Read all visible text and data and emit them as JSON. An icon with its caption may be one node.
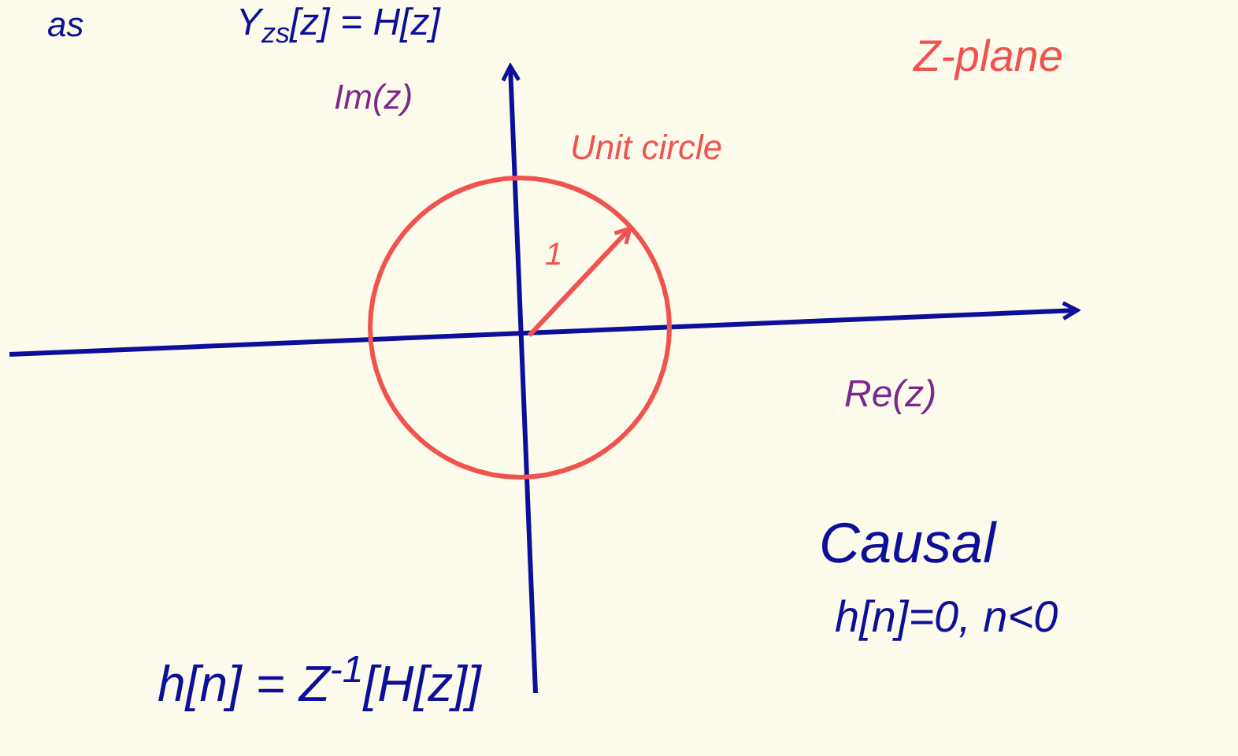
{
  "diagram": {
    "labels": [
      "as",
      "Y$_{zs}$[z] = H[z]",
      "Z-plane",
      "Im(z)",
      "Unit circle",
      "1",
      "Re(z)",
      "Causal",
      "h[n]=0, n<0",
      "h[n] = Z$^{-1}$[H[z]]"
    ]
  }
}
